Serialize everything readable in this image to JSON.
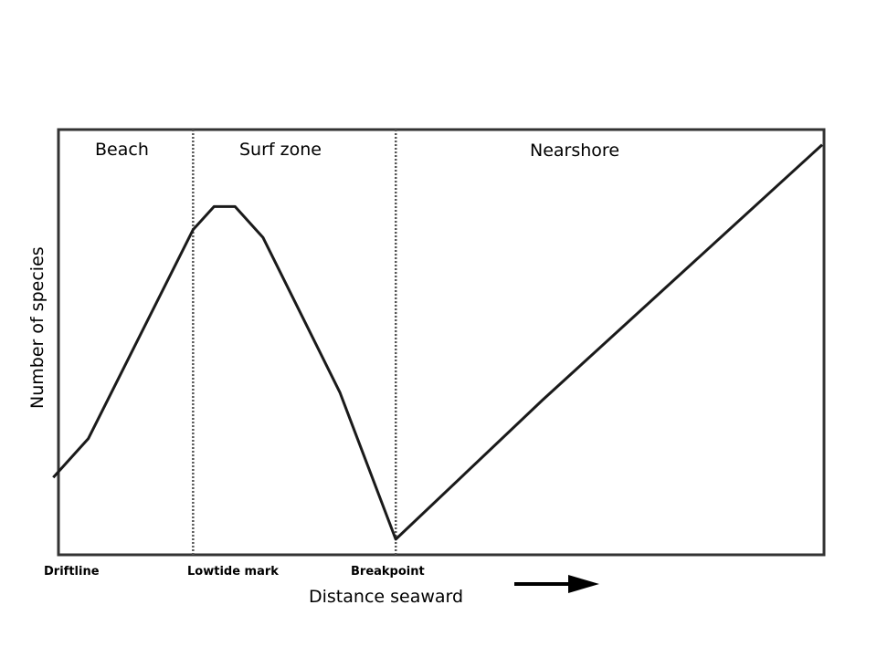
{
  "chart_data": {
    "type": "line",
    "title": "",
    "xlabel": "Distance seaward",
    "ylabel": "Number of species",
    "zones": [
      "Beach",
      "Surf zone",
      "Nearshore"
    ],
    "ticks": [
      "Driftline",
      "Lowtide mark",
      "Breakpoint"
    ],
    "x": [
      0.0,
      0.5,
      2.0,
      2.3,
      2.6,
      3.0,
      4.1,
      4.9,
      7.0,
      11.0
    ],
    "values": [
      0.1,
      0.15,
      0.42,
      0.45,
      0.45,
      0.41,
      0.21,
      0.02,
      0.2,
      0.53
    ],
    "boundaries": [
      2.0,
      4.9
    ],
    "xlim": [
      -0.2,
      11.0
    ],
    "ylim": [
      0,
      0.5
    ],
    "grid": false,
    "arrow": "right",
    "colors": {
      "line": "#1a1a1a",
      "frame": "#333333",
      "divider": "#555555"
    }
  }
}
